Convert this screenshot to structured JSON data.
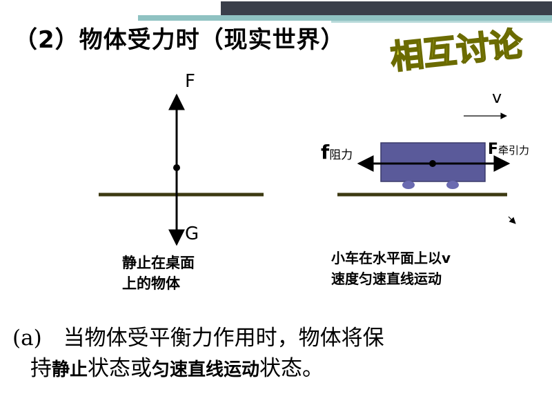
{
  "title": "（2）物体受力时（现实世界）",
  "badge": {
    "text": "相互讨论"
  },
  "left_diagram": {
    "force_up_label": "F",
    "force_down_label": "G",
    "caption_line1": "静止在桌面",
    "caption_line2": "上的物体"
  },
  "right_diagram": {
    "velocity_label": "v",
    "friction_symbol": "f",
    "friction_sub": "阻力",
    "traction_symbol": "F",
    "traction_sub": "牵引力",
    "caption_line1": "小车在水平面上以v",
    "caption_line2": "速度匀速直线运动"
  },
  "conclusion": {
    "line1": "(a)　当物体受平衡力作用时，物体将保",
    "line2_prefix": "持",
    "line2_b1": "静止",
    "line2_mid1": "状态或",
    "line2_b2": "匀速直线运动",
    "line2_end": "状态。"
  },
  "colors": {
    "header_dark": "#3a3f4a",
    "header_teal": "#7fb8ba",
    "ground": "#3d3a12",
    "car_fill": "#5a5a9a",
    "wheel": "#6a6ab0",
    "badge_fill": "#e6e83a"
  }
}
